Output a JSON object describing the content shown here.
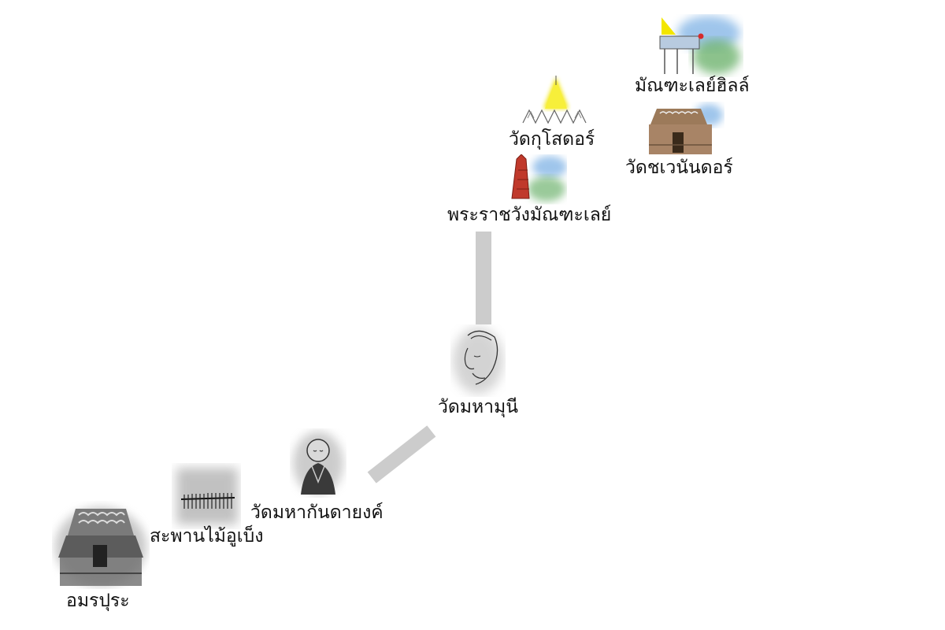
{
  "places": [
    {
      "id": "amarapura",
      "label": "อมรปุระ",
      "style": "grey",
      "icon": "pagoda-roof-icon"
    },
    {
      "id": "u-bein",
      "label": "สะพานไม้อูเบ็ง",
      "style": "grey",
      "icon": "wooden-bridge-icon"
    },
    {
      "id": "mahagandayon",
      "label": "วัดมหากันดายงค์",
      "style": "grey",
      "icon": "monk-icon"
    },
    {
      "id": "mahamuni",
      "label": "วัดมหามุนี",
      "style": "grey",
      "icon": "buddha-face-icon"
    },
    {
      "id": "mandalay-palace",
      "label": "พระราชวังมัณฑะเลย์",
      "style": "color",
      "icon": "palace-tower-icon"
    },
    {
      "id": "kuthodaw",
      "label": "วัดกุโสดอร์",
      "style": "color",
      "icon": "golden-stupa-icon"
    },
    {
      "id": "shwenandaw",
      "label": "วัดชเวนันดอร์",
      "style": "color",
      "icon": "teak-monastery-icon"
    },
    {
      "id": "mandalay-hill",
      "label": "มัณฑะเลย์ฮิลล์",
      "style": "color",
      "icon": "hilltop-pavilion-icon"
    }
  ],
  "colors": {
    "connector": "#cccccc",
    "grey_wash": "#9a9a9a",
    "blue_wash": "#7fb2e5",
    "green_wash": "#6fb46f",
    "gold": "#f3e600",
    "red_stupa": "#c0392b",
    "teak": "#9c7a5a"
  }
}
